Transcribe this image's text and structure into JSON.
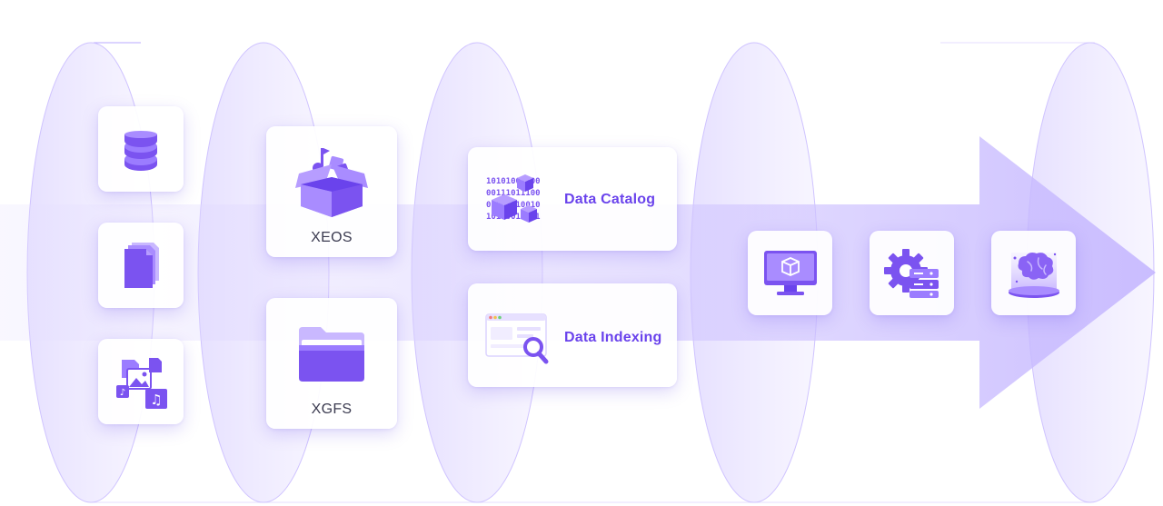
{
  "storage": {
    "xeos_label": "XEOS",
    "xgfs_label": "XGFS"
  },
  "services": {
    "catalog_label": "Data Catalog",
    "indexing_label": "Data Indexing",
    "binary_rows": [
      "10101001100",
      "00111011100",
      "01001010010",
      "10110010101"
    ]
  },
  "sources": {
    "icons": [
      "database-icon",
      "documents-icon",
      "media-files-icon"
    ]
  },
  "outputs": {
    "icons": [
      "monitor-cube-icon",
      "gear-server-icon",
      "brain-hologram-icon"
    ]
  },
  "colors": {
    "accent": "#6a43ec",
    "accent_light": "#a98cff",
    "ellipse_fill": "#e9e4ff",
    "arrow_fill": "#cfc4ff",
    "label_text": "#3b3b50"
  }
}
